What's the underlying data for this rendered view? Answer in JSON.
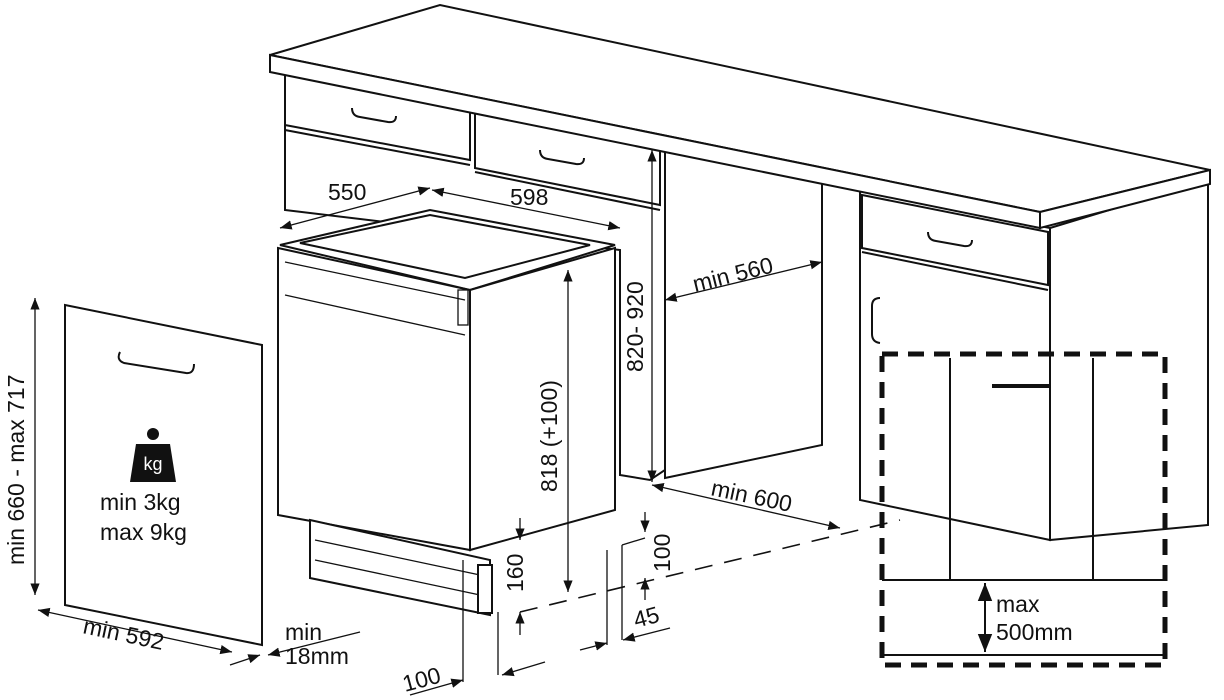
{
  "diagram": {
    "labels": {
      "depth": "550",
      "width": "598",
      "niche_width": "min 560",
      "niche_height": "820- 920",
      "appliance_height": "818 (+100)",
      "niche_depth": "min 600",
      "door_height": "min 660 - max 717",
      "door_width": "min 592",
      "door_thickness_line1": "min",
      "door_thickness_line2": "18mm",
      "bottom_offset": "100",
      "plinth_height": "160",
      "plinth_clearance": "100",
      "plinth_depth": "45",
      "door_weight_icon_text": "kg",
      "door_weight_min": "min  3kg",
      "door_weight_max": "max 9kg",
      "gap_label_line1": "max",
      "gap_label_line2": "500mm"
    },
    "icons": [
      "weight-icon",
      "arrow-icon"
    ]
  }
}
